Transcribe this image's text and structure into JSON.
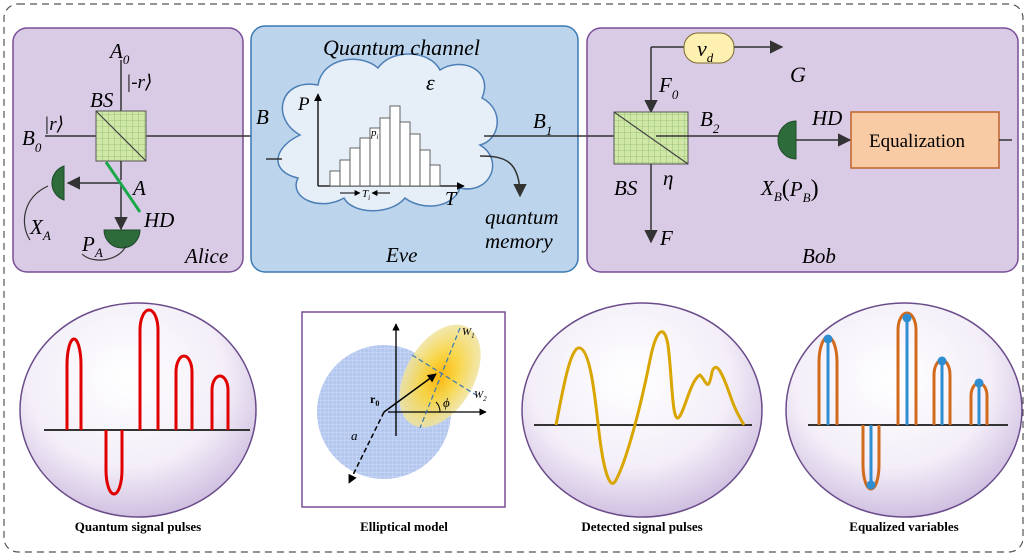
{
  "panels": {
    "alice": {
      "label": "Alice",
      "fill": "#d9cbe6",
      "stroke": "#7a4e96"
    },
    "channel": {
      "title": "Quantum channel",
      "label": "Eve",
      "fill": "#bcd5ec",
      "stroke": "#3b79b2"
    },
    "bob": {
      "label": "Bob",
      "fill": "#d9cbe6",
      "stroke": "#7a4e96"
    }
  },
  "alice_labels": {
    "a0": "A",
    "a0_sub": "0",
    "neg_r": "|-r⟩",
    "bs": "BS",
    "r_ket": "|r⟩",
    "b0": "B",
    "b0_sub": "0",
    "a": "A",
    "xa": "X",
    "xa_sub": "A",
    "hd": "HD",
    "pa": "P",
    "pa_sub": "A"
  },
  "channel_labels": {
    "b": "B",
    "p_axis": "P",
    "epsilon": "ε",
    "p_i": "p",
    "p_i_sub": "i",
    "t_i": "T",
    "t_i_sub": "i",
    "t_axis": "T",
    "b1": "B",
    "b1_sub": "1",
    "memory_1": "quantum",
    "memory_2": "memory"
  },
  "bob_labels": {
    "vd": "v",
    "vd_sub": "d",
    "g": "G",
    "f0": "F",
    "f0_sub": "0",
    "b2": "B",
    "b2_sub": "2",
    "hd": "HD",
    "equalization": "Equalization",
    "bs": "BS",
    "eta": "η",
    "xb": "X",
    "xb_sub": "B",
    "pb": "P",
    "pb_sub": "B",
    "f": "F"
  },
  "ellipse_model": {
    "w1": "W",
    "w1_sub": "1",
    "w2": "W",
    "w2_sub": "2",
    "r0": "r",
    "r0_sub": "0",
    "phi": "ϕ",
    "a": "a"
  },
  "captions": [
    "Quantum signal pulses",
    "Elliptical model",
    "Detected signal pulses",
    "Equalized variables"
  ],
  "colors": {
    "pulse_red": "#e00000",
    "detected_yellow": "#d9a500",
    "equal_orange": "#d26a1c",
    "equal_blue": "#2f8ed1",
    "equal_box_fill": "#f8cba5",
    "vd_fill": "#fdf0b0",
    "detector_green": "#2e6b3a",
    "bs_fill": "#cfe8a8"
  }
}
